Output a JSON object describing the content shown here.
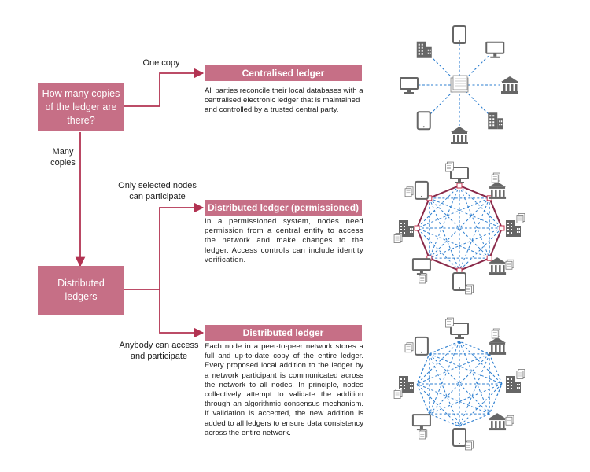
{
  "question_box": {
    "text": "How many copies of the ledger are there?"
  },
  "distributed_box": {
    "text": "Distributed ledgers"
  },
  "edge_labels": {
    "one_copy": "One copy",
    "many_copies": "Many copies",
    "selected_nodes": "Only selected nodes can participate",
    "anybody": "Anybody can access and participate"
  },
  "centralised": {
    "title": "Centralised ledger",
    "description": "All parties reconcile their local databases with a centralised electronic ledger that is maintained and controlled by a trusted central party."
  },
  "permissioned": {
    "title": "Distributed ledger (permissioned)",
    "description": "In a permissioned system, nodes need permission from a central entity to access the network and make changes to the ledger. Access controls can include identity verification."
  },
  "permissionless": {
    "title": "Distributed ledger (permissionless)",
    "description": "Each node in a peer-to-peer network stores a full and up-to-date copy of the entire ledger. Every proposed local addition to the ledger by a network participant is communicated across the network to all nodes. In principle, nodes collectively attempt to validate the addition through an algorithmic consensus mechanism. If validation is accepted, the new addition is added to all ledgers to ensure data consistency across the entire network."
  },
  "colors": {
    "accent": "#c66f86",
    "arrow": "#b23352",
    "network_line": "#2e7fd0",
    "icon": "#666666",
    "permission_ring": "#8a2a4a"
  },
  "networks": {
    "centralised": {
      "nodes": [
        "building-icon",
        "tablet-icon",
        "monitor-icon",
        "bank-icon",
        "building-icon",
        "bank-icon",
        "tablet-icon",
        "monitor-icon"
      ]
    },
    "permissioned": {
      "nodes": [
        "tablet-icon",
        "monitor-icon",
        "bank-icon",
        "building-icon",
        "bank-icon",
        "tablet-icon",
        "monitor-icon",
        "building-icon"
      ]
    },
    "permissionless": {
      "nodes": [
        "tablet-icon",
        "monitor-icon",
        "bank-icon",
        "building-icon",
        "bank-icon",
        "tablet-icon",
        "monitor-icon",
        "building-icon"
      ]
    }
  }
}
